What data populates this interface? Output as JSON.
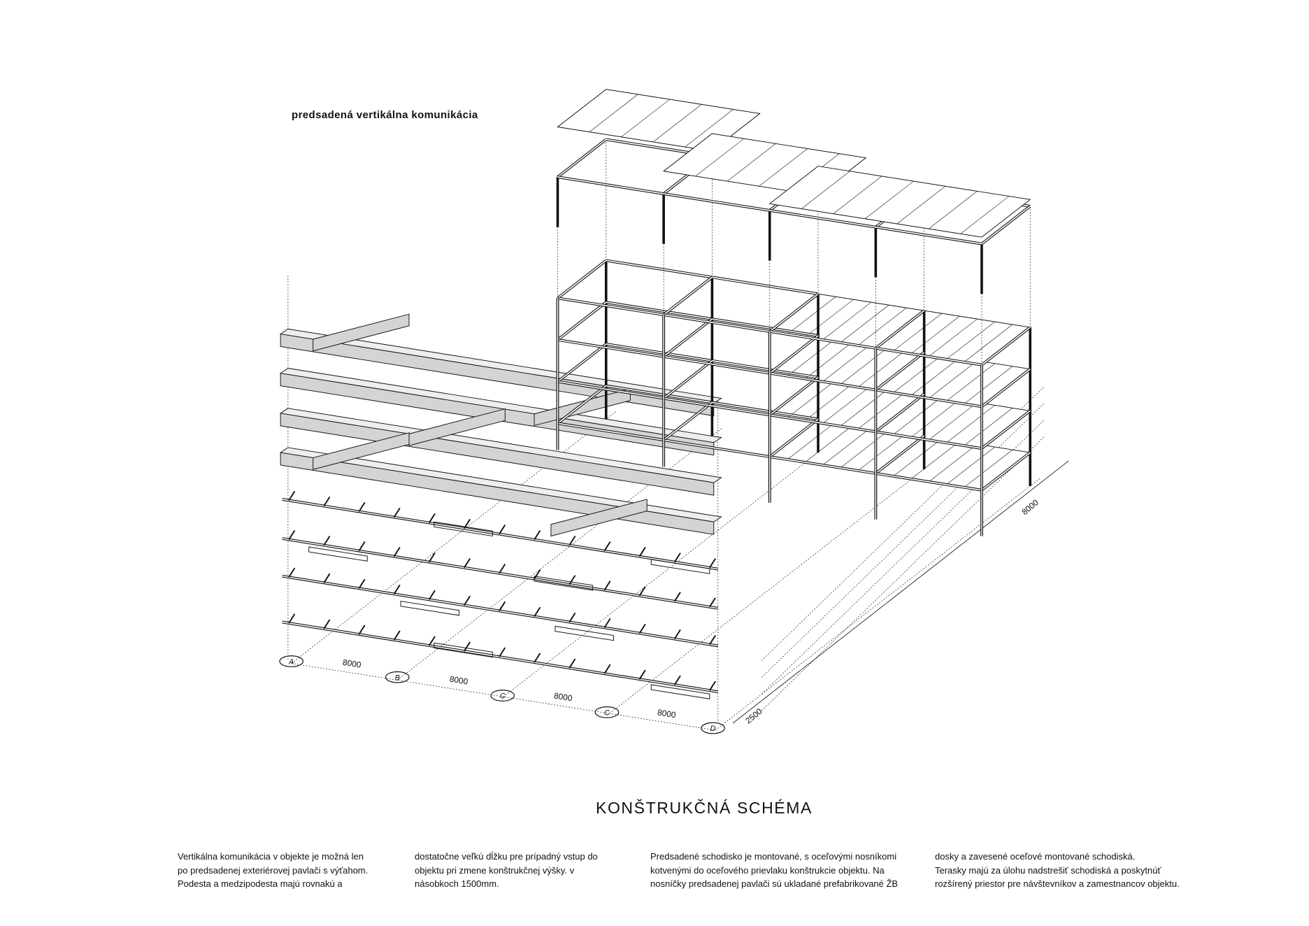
{
  "heading": "predsadená vertikálna komunikácia",
  "title": "KONŠTRUKČNÁ SCHÉMA",
  "description_columns": [
    [
      "Vertikálna komunikácia v objekte je možná len",
      "po predsadenej exteriérovej pavlači s výťahom.",
      "Podesta a medzipodesta majú rovnakú a"
    ],
    [
      "dostatočne veľkú dĺžku pre prípadný vstup do",
      "objektu pri zmene konštrukčnej výšky. v",
      "násobkoch 1500mm."
    ],
    [
      "Predsadené schodisko je montované, s oceľovými nosníkomi",
      "kotvenými do oceľového prievlaku konštrukcie objektu. Na",
      "nosníčky predsadenej pavlači sú ukladané prefabrikované ŽB"
    ],
    [
      "dosky a zavesené oceľové montované schodiská.",
      "Terasky majú za úlohu nadstrešiť schodiská a poskytnúť",
      "rozšírený priestor pre návštevníkov a zamestnancov objektu."
    ]
  ],
  "grid_axes": [
    "A",
    "B",
    "C",
    "C",
    "D"
  ],
  "bay_dimensions": [
    "8000",
    "8000",
    "8000",
    "8000"
  ],
  "depth_dimensions": {
    "gallery": "2500",
    "building": "8000"
  },
  "colors": {
    "line": "#111111",
    "hatch": "#d4d4d4",
    "paper": "#ffffff"
  }
}
